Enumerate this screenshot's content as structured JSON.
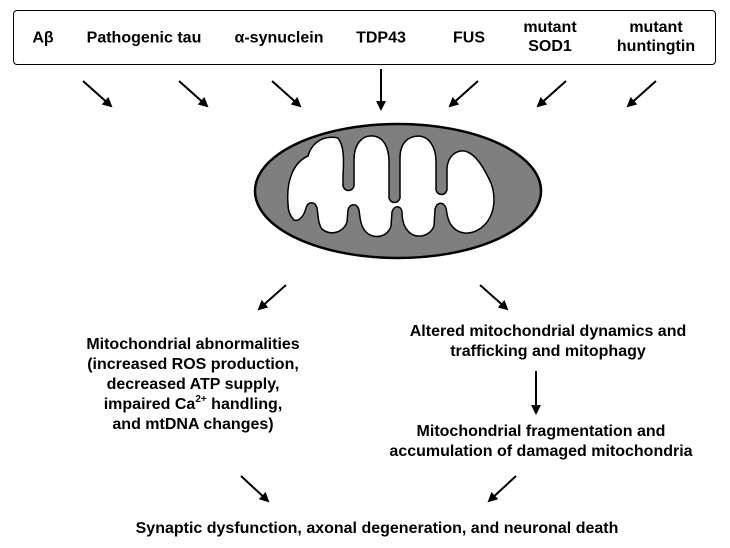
{
  "proteins": [
    {
      "label": "Aβ"
    },
    {
      "label": "Pathogenic tau"
    },
    {
      "label": "α-synuclein"
    },
    {
      "label": "TDP43"
    },
    {
      "label": "FUS"
    },
    {
      "label": "mutant\nSOD1"
    },
    {
      "label": "mutant\nhuntingtin"
    }
  ],
  "left_branch": {
    "lines": [
      "Mitochondrial abnormalities",
      "(increased ROS production,",
      "decreased ATP supply,"
    ],
    "ca_prefix": "impaired Ca",
    "ca_superscript": "2+",
    "ca_suffix": " handling,",
    "last_line": "and mtDNA changes)"
  },
  "right_branch": {
    "line1": "Altered mitochondrial dynamics and",
    "line2": "trafficking and mitophagy",
    "next_line1": "Mitochondrial fragmentation and",
    "next_line2": "accumulation of damaged mitochondria"
  },
  "outcome": "Synaptic dysfunction, axonal degeneration, and neuronal death",
  "colors": {
    "mitochondrion_fill": "#7f7f7f",
    "inner_membrane": "#ffffff",
    "stroke": "#000000"
  }
}
